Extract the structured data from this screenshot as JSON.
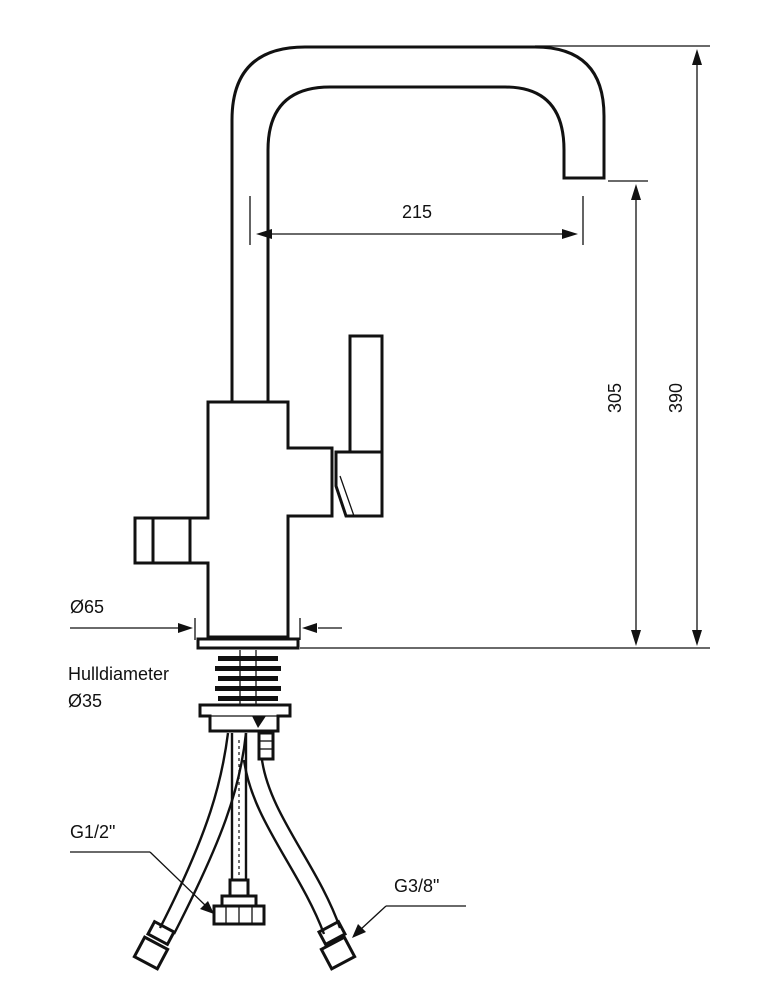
{
  "dimensions": {
    "spout_reach": "215",
    "spout_height": "305",
    "total_height": "390",
    "base_diameter": "Ø65"
  },
  "labels": {
    "hole_title": "Hulldiameter",
    "hole_diameter": "Ø35",
    "connection_large": "G1/2\"",
    "connection_small": "G3/8\""
  }
}
